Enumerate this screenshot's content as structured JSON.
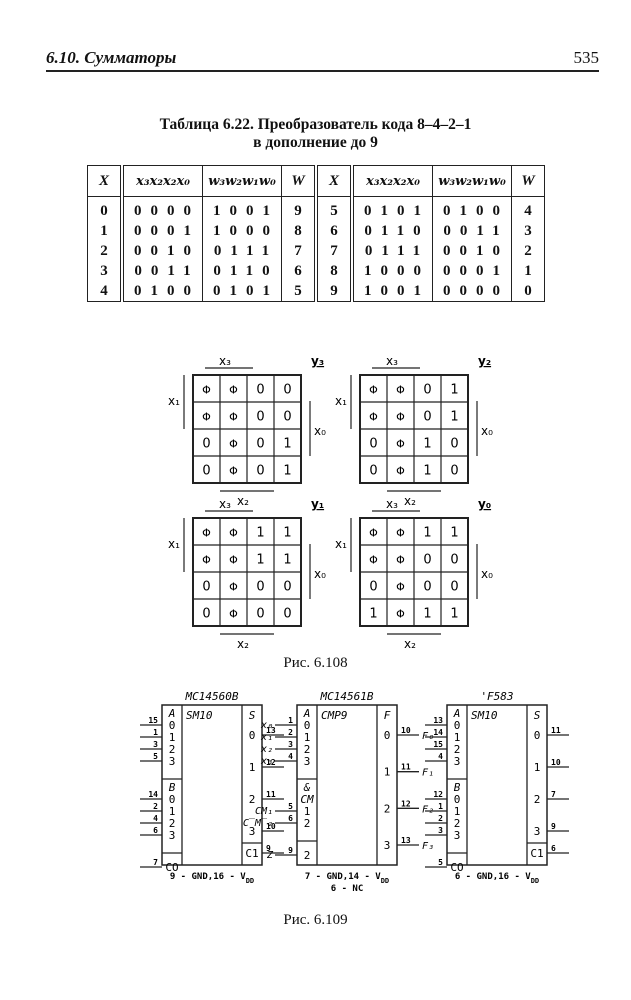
{
  "header": {
    "section": "6.10.  Сумматоры",
    "page": "535"
  },
  "table": {
    "caption_line1": "Таблица 6.22. Преобразователь кода 8–4–2–1",
    "caption_line2": "в дополнение до 9",
    "headers": [
      "X",
      "x₃x₂x₂x₀",
      "w₃w₂w₁w₀",
      "W",
      "X",
      "x₃x₂x₂x₀",
      "w₃w₂w₁w₀",
      "W"
    ],
    "rows": [
      {
        "X": "0",
        "x": "0000",
        "w": "1001",
        "W": "9",
        "X2": "5",
        "x2": "0101",
        "w2": "0100",
        "W2": "4"
      },
      {
        "X": "1",
        "x": "0001",
        "w": "1000",
        "W": "8",
        "X2": "6",
        "x2": "0110",
        "w2": "0011",
        "W2": "3"
      },
      {
        "X": "2",
        "x": "0010",
        "w": "0111",
        "W": "7",
        "X2": "7",
        "x2": "0111",
        "w2": "0010",
        "W2": "2"
      },
      {
        "X": "3",
        "x": "0011",
        "w": "0110",
        "W": "6",
        "X2": "8",
        "x2": "1000",
        "w2": "0001",
        "W2": "1"
      },
      {
        "X": "4",
        "x": "0100",
        "w": "0101",
        "W": "5",
        "X2": "9",
        "x2": "1001",
        "w2": "0000",
        "W2": "0"
      }
    ]
  },
  "kmaps": [
    {
      "name": "y3",
      "output": "y₃",
      "cells": [
        [
          "Φ",
          "Φ",
          "0",
          "0"
        ],
        [
          "Φ",
          "Φ",
          "0",
          "0"
        ],
        [
          "0",
          "Φ",
          "0",
          "1"
        ],
        [
          "0",
          "Φ",
          "0",
          "1"
        ]
      ]
    },
    {
      "name": "y2",
      "output": "y₂",
      "cells": [
        [
          "Φ",
          "Φ",
          "0",
          "1"
        ],
        [
          "Φ",
          "Φ",
          "0",
          "1"
        ],
        [
          "0",
          "Φ",
          "1",
          "0"
        ],
        [
          "0",
          "Φ",
          "1",
          "0"
        ]
      ]
    },
    {
      "name": "y1",
      "output": "y₁",
      "cells": [
        [
          "Φ",
          "Φ",
          "1",
          "1"
        ],
        [
          "Φ",
          "Φ",
          "1",
          "1"
        ],
        [
          "0",
          "Φ",
          "0",
          "0"
        ],
        [
          "0",
          "Φ",
          "0",
          "0"
        ]
      ]
    },
    {
      "name": "y0",
      "output": "y₀",
      "cells": [
        [
          "Φ",
          "Φ",
          "1",
          "1"
        ],
        [
          "Φ",
          "Φ",
          "0",
          "0"
        ],
        [
          "0",
          "Φ",
          "0",
          "0"
        ],
        [
          "1",
          "Φ",
          "1",
          "1"
        ]
      ]
    }
  ],
  "kmap_labels": {
    "x3": "x₃",
    "x2": "x₂",
    "x1": "x₁",
    "x0": "x₀"
  },
  "fig108_caption": "Рис. 6.108",
  "chips": [
    {
      "title": "MC14560B",
      "func": "SM10",
      "left_groups": [
        {
          "label": "A",
          "pins": [
            [
              "15",
              "0"
            ],
            [
              "1",
              "1"
            ],
            [
              "3",
              "2"
            ],
            [
              "5",
              "3"
            ]
          ]
        },
        {
          "label": "B",
          "pins": [
            [
              "14",
              "0"
            ],
            [
              "2",
              "1"
            ],
            [
              "4",
              "2"
            ],
            [
              "6",
              "3"
            ]
          ]
        },
        {
          "label": "",
          "pins": [
            [
              "7",
              "CO"
            ]
          ]
        }
      ],
      "right_label": "S",
      "right_pins": [
        [
          "13",
          "0"
        ],
        [
          "12",
          "1"
        ],
        [
          "11",
          "2"
        ],
        [
          "10",
          "3"
        ],
        [
          "9",
          "C1"
        ]
      ],
      "power": "9 - GND,16 - V",
      "power_sub": "DD"
    },
    {
      "title": "MC14561B",
      "func": "CMP9",
      "left_groups": [
        {
          "label": "A",
          "pins": [
            [
              "1",
              "0",
              "x₀"
            ],
            [
              "2",
              "1",
              "x₁"
            ],
            [
              "3",
              "2",
              "x₂"
            ],
            [
              "4",
              "3",
              "x₃"
            ]
          ]
        },
        {
          "label": "& CM",
          "pins": [
            [
              "5",
              "1",
              "CM₁"
            ],
            [
              "6",
              "2",
              "C̅M̅₂"
            ]
          ]
        },
        {
          "label": "",
          "pins": [
            [
              "9",
              "2",
              "Z"
            ]
          ]
        }
      ],
      "right_label": "F",
      "right_pins": [
        [
          "10",
          "0",
          "F₀"
        ],
        [
          "11",
          "1",
          "F₁"
        ],
        [
          "12",
          "2",
          "F₂"
        ],
        [
          "13",
          "3",
          "F₃"
        ]
      ],
      "power": "7 - GND,14 - V",
      "power_sub": "DD",
      "power2": "6 - NC"
    },
    {
      "title": "'F583",
      "func": "SM10",
      "left_groups": [
        {
          "label": "A",
          "pins": [
            [
              "13",
              "0"
            ],
            [
              "14",
              "1"
            ],
            [
              "15",
              "2"
            ],
            [
              "4",
              "3"
            ]
          ]
        },
        {
          "label": "B",
          "pins": [
            [
              "12",
              "0"
            ],
            [
              "1",
              "1"
            ],
            [
              "2",
              "2"
            ],
            [
              "3",
              "3"
            ]
          ]
        },
        {
          "label": "",
          "pins": [
            [
              "5",
              "CO"
            ]
          ]
        }
      ],
      "right_label": "S",
      "right_pins": [
        [
          "11",
          "0"
        ],
        [
          "10",
          "1"
        ],
        [
          "7",
          "2"
        ],
        [
          "9",
          "3"
        ],
        [
          "6",
          "C1"
        ]
      ],
      "power": "6 - GND,16 - V",
      "power_sub": "DD"
    }
  ],
  "fig109_caption": "Рис. 6.109"
}
